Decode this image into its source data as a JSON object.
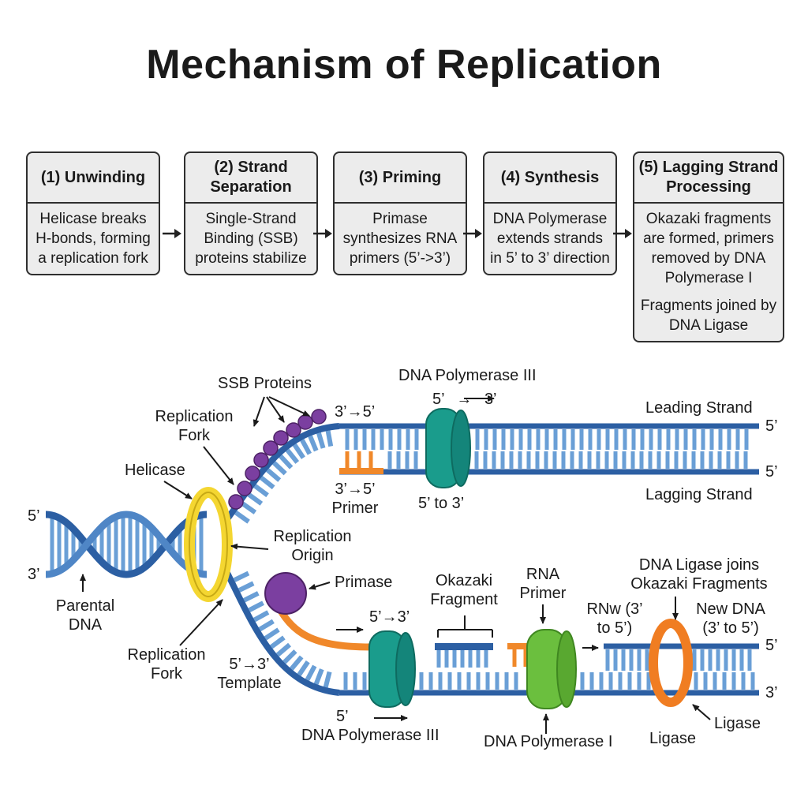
{
  "title": "Mechanism of Replication",
  "steps": [
    {
      "head": "(1) Unwinding",
      "body": "Helicase breaks H-bonds, forming a replication fork"
    },
    {
      "head": "(2) Strand Separation",
      "body": "Single-Strand Binding (SSB) proteins stabilize"
    },
    {
      "head": "(3) Priming",
      "body": "Primase synthesizes RNA primers (5’->3’)"
    },
    {
      "head": "(4) Synthesis",
      "body": "DNA Polymerase extends strands in 5’ to 3’ direction"
    },
    {
      "head": "(5) Lagging Strand Processing",
      "body": "Okazaki fragments are formed, primers removed by DNA Polymerase I",
      "extra": "Fragments joined by DNA Ligase"
    }
  ],
  "labels": {
    "ssb_proteins": "SSB Proteins",
    "replication_fork_top": "Replication Fork",
    "helicase": "Helicase",
    "five_prime_left": "5’",
    "three_prime_left": "3’",
    "parental_dna": "Parental DNA",
    "replication_origin": "Replication Origin",
    "replication_fork_bottom": "Replication Fork",
    "template": "5’→3’ Template",
    "top_3to5": "3’→5’",
    "primer_label": "3’→5’ Primer",
    "pol3_top": "DNA Polymerase III",
    "pol3_top_dir": "5’ → 3’",
    "pol3_top_5to3": "5’ to 3’",
    "leading_strand": "Leading Strand",
    "lagging_strand": "Lagging Strand",
    "right_5_top": "5’",
    "right_5_mid": "5’",
    "primase": "Primase",
    "bottom_5to3": "5’→3’",
    "okazaki_fragment": "Okazaki Fragment",
    "rna_primer": "RNA Primer",
    "dna_ligase_joins": "DNA Ligase joins Okazaki Fragments",
    "rnw": "RNw (3’ to 5’)",
    "new_dna": "New DNA (3’ to 5’)",
    "right_5_bottom": "5’",
    "right_3_bottom": "3’",
    "bottom_5_prime": "5’",
    "pol3_bottom": "DNA Polymerase III",
    "pol1": "DNA Polymerase I",
    "ligase_left": "Ligase",
    "ligase_right": "Ligase"
  },
  "colors": {
    "backbone": "#2c5fa3",
    "rung": "#6a9fd6",
    "helicase": "#f4d631",
    "ssb": "#7b3fa0",
    "primer": "#f0882a",
    "polymerase3": "#1a9c8c",
    "polymerase1": "#6bbf3e",
    "ligase": "#f07d22"
  }
}
